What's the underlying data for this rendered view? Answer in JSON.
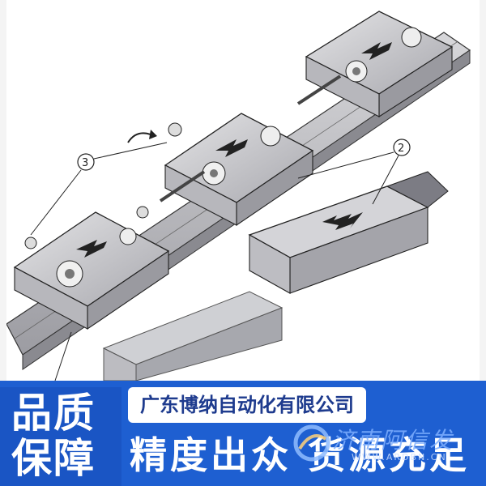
{
  "illustration": {
    "callout_2": "2",
    "callout_3": "3"
  },
  "banner": {
    "quality_line1": "品质",
    "quality_line2": "保障",
    "company_name": "广东博纳自动化有限公司",
    "slogan": "精度出众 货源充足"
  },
  "watermark": {
    "text": "济南阿信发",
    "url": "WWW.ARDBN.CN"
  },
  "colors": {
    "banner_blue": "#1e5fd1",
    "company_text": "#1e3b8e",
    "machine_gray": "#c9c9cc"
  }
}
